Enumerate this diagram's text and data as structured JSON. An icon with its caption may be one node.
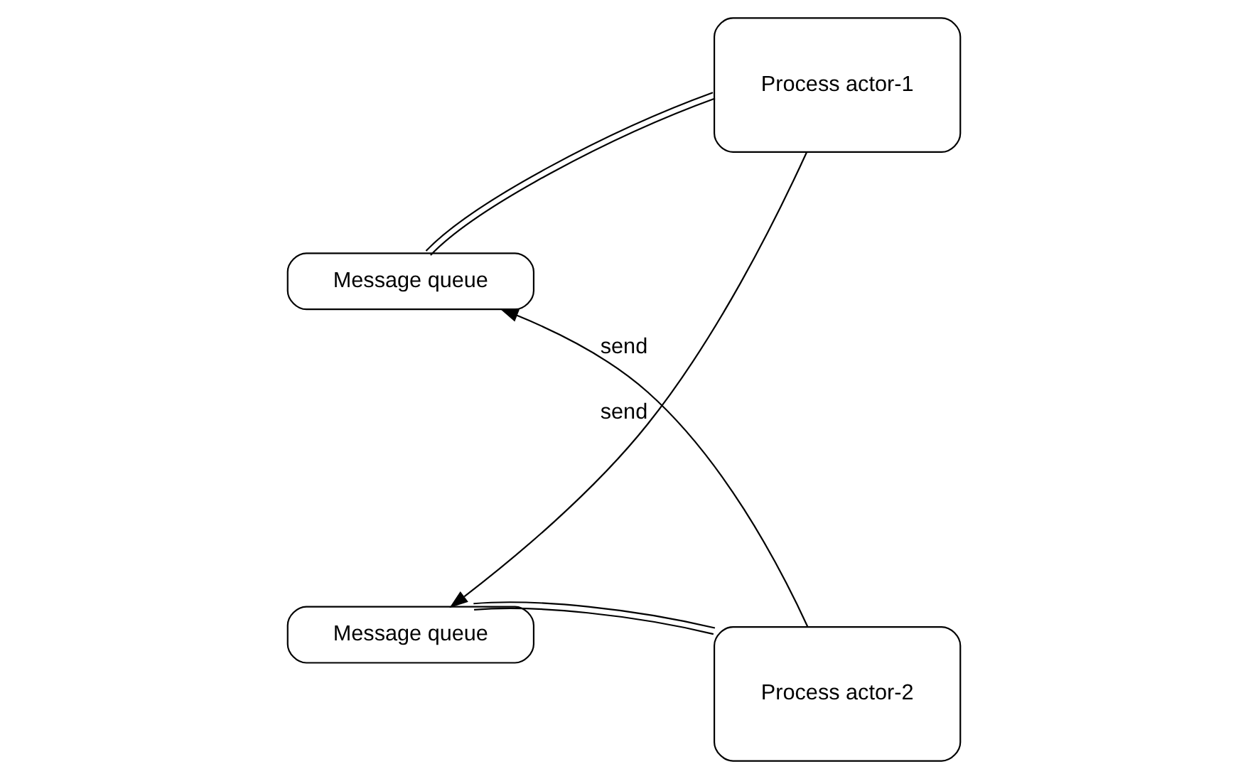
{
  "diagram": {
    "nodes": [
      {
        "text": [
          "Message queue"
        ]
      },
      {
        "text": [
          "Process actor-1"
        ]
      },
      {
        "text": [
          "Message queue"
        ]
      },
      {
        "text": [
          "Process actor-2"
        ]
      }
    ],
    "edges": [
      {
        "from": 1,
        "to": 0,
        "arrow": "none"
      },
      {
        "from": 1,
        "to": 2,
        "arrow": "to",
        "label": "send"
      },
      {
        "from": 3,
        "to": 0,
        "arrow": "to",
        "label": "send"
      },
      {
        "from": 3,
        "to": 2,
        "arrow": "none"
      }
    ]
  }
}
